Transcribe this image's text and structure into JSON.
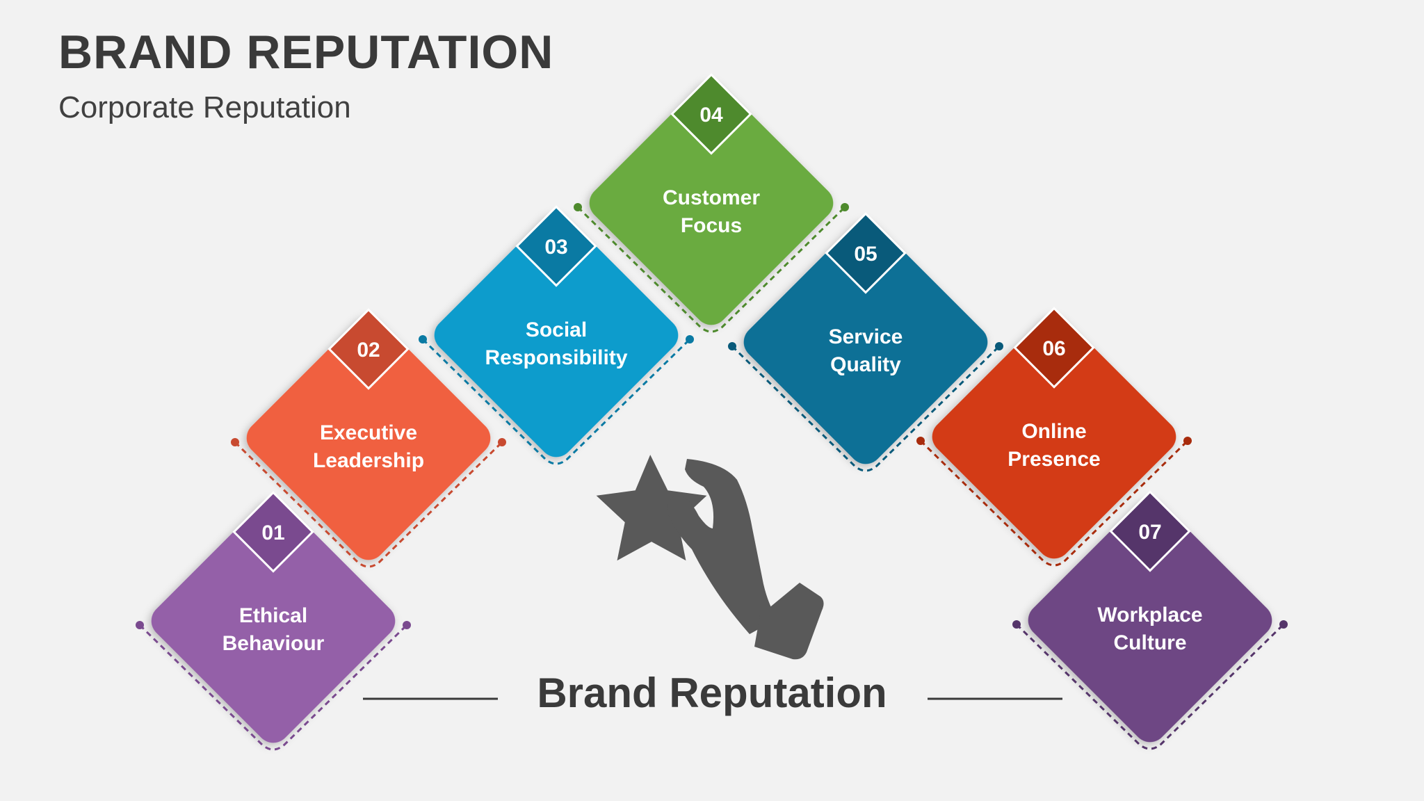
{
  "header": {
    "title": "BRAND REPUTATION",
    "subtitle": "Corporate Reputation"
  },
  "center": {
    "label": "Brand Reputation",
    "icon": "hand-holding-star-icon",
    "icon_color": "#595959"
  },
  "items": [
    {
      "number": "01",
      "line1": "Ethical",
      "line2": "Behaviour",
      "color": "#9460a8",
      "accent": "#7a4a8f"
    },
    {
      "number": "02",
      "line1": "Executive",
      "line2": "Leadership",
      "color": "#f0613f",
      "accent": "#c84a30"
    },
    {
      "number": "03",
      "line1": "Social",
      "line2": "Responsibility",
      "color": "#0e9ccc",
      "accent": "#0a7aa3"
    },
    {
      "number": "04",
      "line1": "Customer",
      "line2": "Focus",
      "color": "#6aab3f",
      "accent": "#4e8a2d"
    },
    {
      "number": "05",
      "line1": "Service",
      "line2": "Quality",
      "color": "#0c6f96",
      "accent": "#095a7a"
    },
    {
      "number": "06",
      "line1": "Online",
      "line2": "Presence",
      "color": "#d33a12",
      "accent": "#a82c0d"
    },
    {
      "number": "07",
      "line1": "Workplace",
      "line2": "Culture",
      "color": "#6e4784",
      "accent": "#55356a"
    }
  ]
}
